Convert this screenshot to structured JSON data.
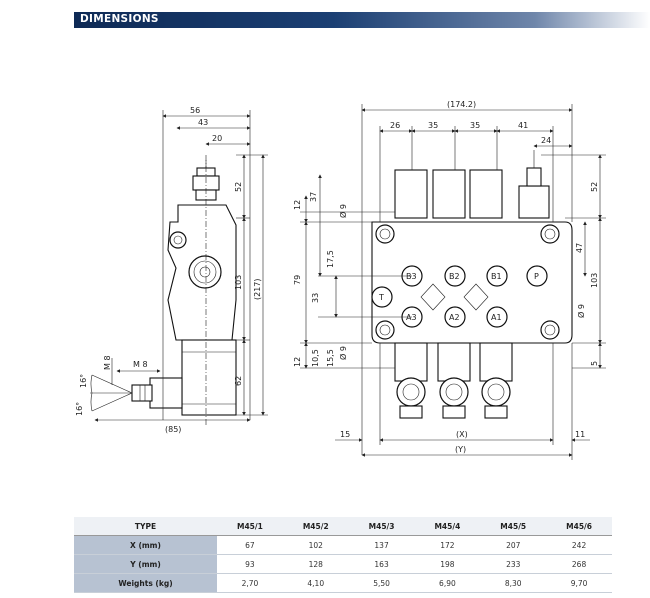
{
  "header": {
    "title": "DIMENSIONS"
  },
  "left_view": {
    "dims": [
      "56",
      "43",
      "20",
      "52",
      "103",
      "(217)",
      "62",
      "(85)",
      "M 8",
      "M 8",
      "16°",
      "16°"
    ]
  },
  "front_view": {
    "dims_top": [
      "(174.2)",
      "26",
      "35",
      "35",
      "41",
      "24"
    ],
    "dims_left": [
      "12",
      "37",
      "Ø 9",
      "17,5",
      "79",
      "33",
      "12",
      "10,5",
      "15,5",
      "Ø 9"
    ],
    "dims_right": [
      "52",
      "47",
      "103",
      "Ø 9",
      "5"
    ],
    "dims_bottom": [
      "15",
      "(X)",
      "11",
      "(Y)"
    ],
    "ports": [
      "B3",
      "B2",
      "B1",
      "P",
      "T",
      "A3",
      "A2",
      "A1"
    ]
  },
  "table": {
    "headers": [
      "TYPE",
      "M45/1",
      "M45/2",
      "M45/3",
      "M45/4",
      "M45/5",
      "M45/6"
    ],
    "rows": [
      {
        "label": "X (mm)",
        "values": [
          "67",
          "102",
          "137",
          "172",
          "207",
          "242"
        ]
      },
      {
        "label": "Y (mm)",
        "values": [
          "93",
          "128",
          "163",
          "198",
          "233",
          "268"
        ]
      },
      {
        "label": "Weights (kg)",
        "values": [
          "2,70",
          "4,10",
          "5,50",
          "6,90",
          "8,30",
          "9,70"
        ]
      }
    ]
  }
}
